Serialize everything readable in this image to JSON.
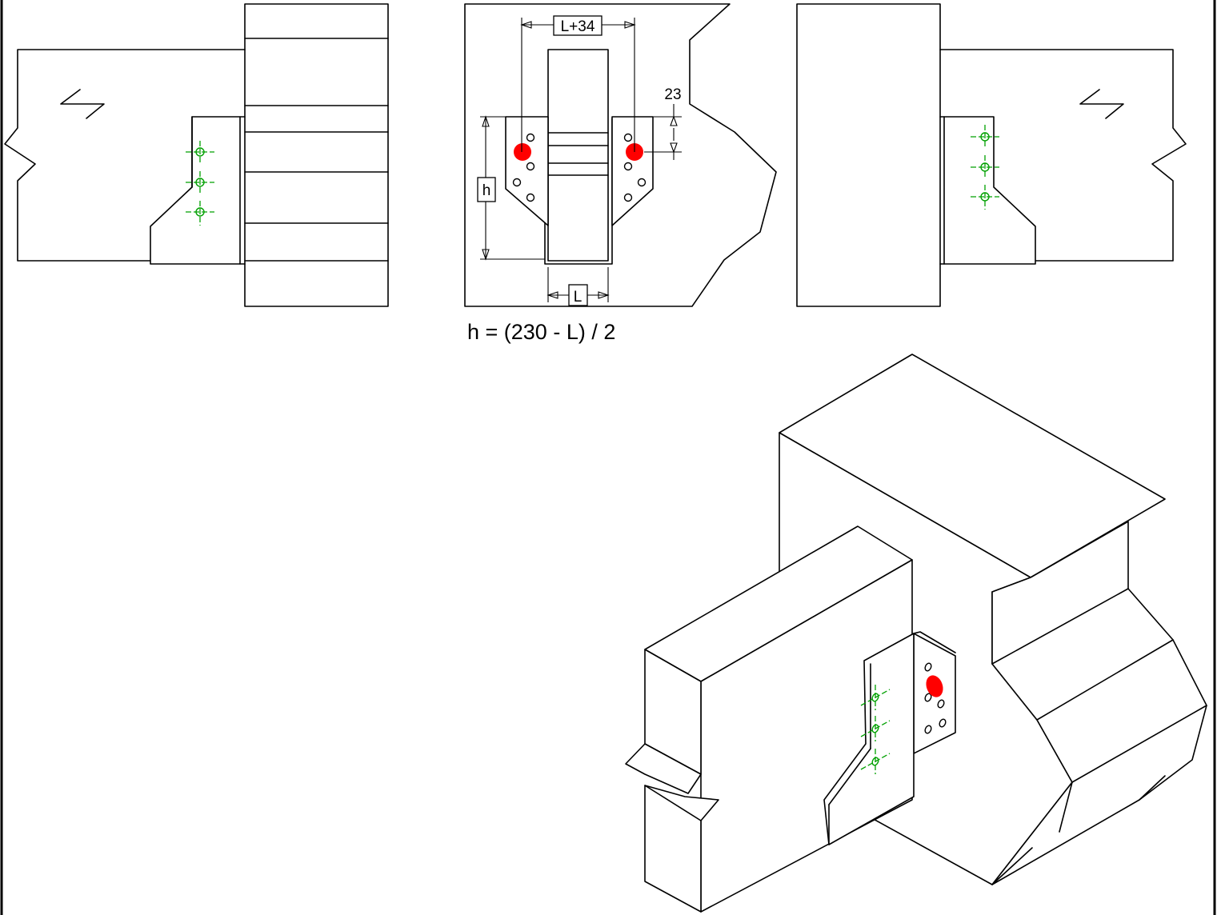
{
  "dimensions": {
    "width_label": "L+34",
    "offset_label": "23",
    "height_label": "h",
    "joist_width_label": "L"
  },
  "formula": "h = (230 - L) / 2",
  "colors": {
    "line": "#000000",
    "nail": "#00a000",
    "bolt": "#ff0000",
    "background": "#ffffff"
  },
  "views": {
    "left_elevation": {
      "nail_count": 3,
      "icon": "break-symbol"
    },
    "front_elevation": {
      "bolt_count": 2,
      "hole_count_per_flange": 4
    },
    "right_elevation": {
      "nail_count": 3,
      "icon": "break-symbol"
    },
    "isometric": {
      "nail_count": 3,
      "bolt_count": 1,
      "hole_count": 5
    }
  }
}
